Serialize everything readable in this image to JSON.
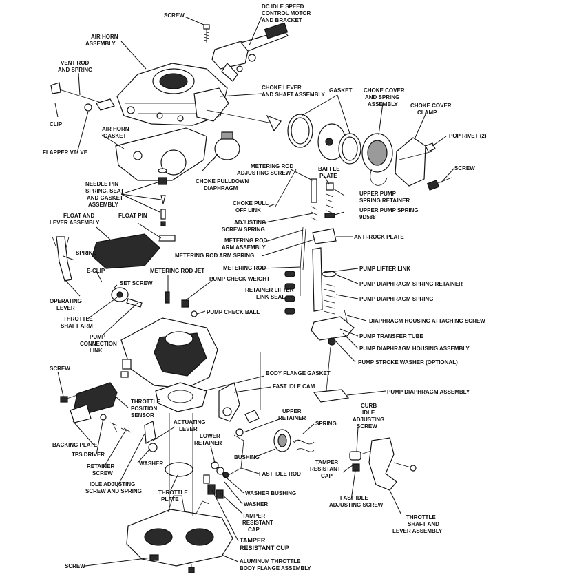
{
  "labels": {
    "screw_top": "SCREW",
    "dc_idle": [
      "DC IDLE SPEED",
      "CONTROL MOTOR",
      "AND BRACKET"
    ],
    "air_horn_assembly": [
      "AIR HORN",
      "ASSEMBLY"
    ],
    "vent_rod": [
      "VENT ROD",
      "AND SPRING"
    ],
    "clip": "CLIP",
    "air_horn_gasket": [
      "AIR HORN",
      "GASKET"
    ],
    "flapper_valve": "FLAPPER VALVE",
    "choke_lever": [
      "CHOKE LEVER",
      "AND SHAFT ASSEMBLY"
    ],
    "gasket": "GASKET",
    "choke_cover_spring": [
      "CHOKE COVER",
      "AND SPRING",
      "ASSEMBLY"
    ],
    "choke_cover_clamp": [
      "CHOKE COVER",
      "CLAMP"
    ],
    "pop_rivet": "POP RIVET (2)",
    "screw_right": "SCREW",
    "metering_rod_adj_screw": [
      "METERING ROD",
      "ADJUSTING SCREW"
    ],
    "baffle_plate": [
      "BAFFLE",
      "PLATE"
    ],
    "choke_pulldown": [
      "CHOKE PULLDOWN",
      "DIAPHRAGM"
    ],
    "needle_pin": [
      "NEEDLE PIN",
      "SPRING, SEAT",
      "AND GASKET",
      "ASSEMBLY"
    ],
    "upper_pump_retainer": [
      "UPPER PUMP",
      "SPRING RETAINER"
    ],
    "choke_pull_off": [
      "CHOKE PULL",
      "OFF LINK"
    ],
    "upper_pump_spring": [
      "UPPER PUMP SPRING",
      "9D588"
    ],
    "float_lever": [
      "FLOAT AND",
      "LEVER ASSEMBLY"
    ],
    "float_pin": "FLOAT PIN",
    "adjusting_screw_spring": [
      "ADJUSTING",
      "SCREW SPRING"
    ],
    "metering_rod_arm_assembly": [
      "METERING ROD",
      "ARM ASSEMBLY"
    ],
    "anti_rock_plate": "ANTI-ROCK PLATE",
    "metering_rod_arm_spring": "METERING ROD ARM SPRING",
    "spring_left": "SPRING",
    "e_clip": "E-CLIP",
    "metering_rod": "METERING ROD",
    "pump_lifter_link": "PUMP LIFTER LINK",
    "metering_rod_jet": "METERING ROD JET",
    "set_screw": "SET SCREW",
    "pump_check_weight": "PUMP CHECK WEIGHT",
    "retainer_lifter": [
      "RETAINER LIFTER",
      "LINK SEAL"
    ],
    "pump_diaphragm_spring_retainer": "PUMP DIAPHRAGM SPRING RETAINER",
    "operating_lever": [
      "OPERATING",
      "LEVER"
    ],
    "pump_diaphragm_spring": "PUMP DIAPHRAGM SPRING",
    "pump_check_ball": "PUMP CHECK BALL",
    "throttle_shaft_arm": [
      "THROTTLE",
      "SHAFT ARM"
    ],
    "diaphragm_housing_screw": "DIAPHRAGM HOUSING ATTACHING SCREW",
    "pump_connection_link": [
      "PUMP",
      "CONNECTION",
      "LINK"
    ],
    "pump_transfer_tube": "PUMP TRANSFER TUBE",
    "pump_diaphragm_housing": "PUMP DIAPHRAGM HOUSING ASSEMBLY",
    "pump_stroke_washer": "PUMP STROKE WASHER (OPTIONAL)",
    "screw_left": "SCREW",
    "body_flange_gasket": "BODY FLANGE GASKET",
    "fast_idle_cam": "FAST IDLE CAM",
    "pump_diaphragm_assembly": "PUMP DIAPHRAGM ASSEMBLY",
    "throttle_position_sensor": [
      "THROTTLE",
      "POSITION",
      "SENSOR"
    ],
    "curb_idle": [
      "CURB",
      "IDLE",
      "ADJUSTING",
      "SCREW"
    ],
    "upper_retainer": [
      "UPPER",
      "RETAINER"
    ],
    "spring_mid": "SPRING",
    "actuating_lever": [
      "ACTUATING",
      "LEVER"
    ],
    "backing_plate": "BACKING PLATE",
    "lower_retainer": [
      "LOWER",
      "RETAINER"
    ],
    "bushing": "BUSHING",
    "tps_driver": "TPS DRIVER",
    "washer_left": "WASHER",
    "tamper_resistant_cap_right": [
      "TAMPER",
      "RESISTANT",
      "CAP"
    ],
    "retainer_screw": [
      "RETAINER",
      "SCREW"
    ],
    "fast_idle_rod": "FAST IDLE ROD",
    "idle_adjusting_screw": [
      "IDLE ADJUSTING",
      "SCREW AND SPRING"
    ],
    "washer_bushing": "WASHER BUSHING",
    "fast_idle_adjusting_screw": [
      "FAST IDLE",
      "ADJUSTING SCREW"
    ],
    "throttle_plate": [
      "THROTTLE",
      "PLATE"
    ],
    "washer_mid": "WASHER",
    "tamper_resistant_cap_mid": [
      "TAMPER",
      "RESISTANT",
      "CAP"
    ],
    "throttle_shaft_lever": [
      "THROTTLE",
      "SHAFT AND",
      "LEVER ASSEMBLY"
    ],
    "tamper_resistant_cup": [
      "TAMPER",
      "RESISTANT CUP"
    ],
    "screw_bottom": "SCREW",
    "aluminum_throttle_body": [
      "ALUMINUM THROTTLE",
      "BODY FLANGE ASSEMBLY"
    ]
  }
}
